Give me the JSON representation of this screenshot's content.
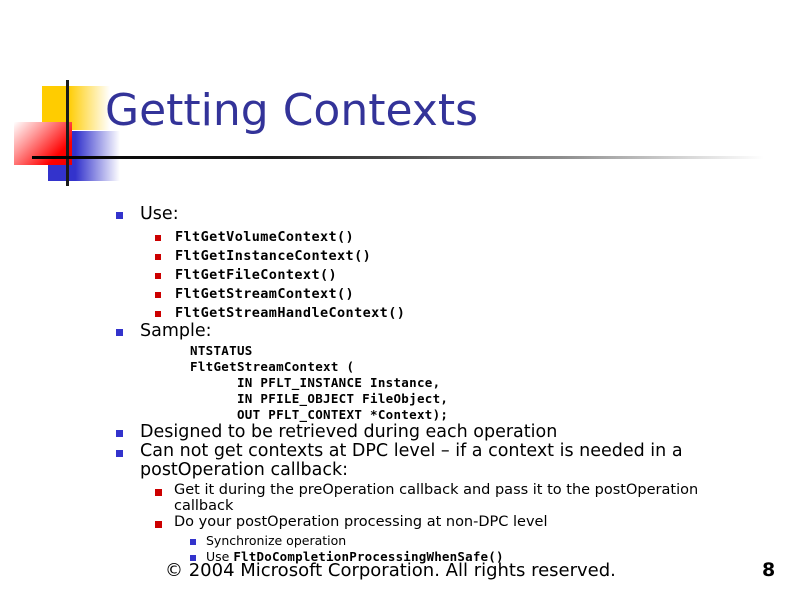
{
  "slide": {
    "title": "Getting Contexts",
    "footer": "© 2004 Microsoft Corporation. All rights reserved.",
    "page_number": "8",
    "colors": {
      "title": "#333399",
      "bullet_level1": "#3333CC",
      "bullet_level2": "#CC0000",
      "bullet_level3": "#3333CC",
      "logo_yellow": "#FFCC00",
      "logo_red": "#FF0000",
      "logo_blue": "#3333CC"
    }
  },
  "content": {
    "use_heading": "Use:",
    "api_list": [
      "FltGetVolumeContext()",
      "FltGetInstanceContext()",
      "FltGetFileContext()",
      "FltGetStreamContext()",
      "FltGetStreamHandleContext()"
    ],
    "sample_heading": "Sample:",
    "sample_code": [
      "NTSTATUS",
      "FltGetStreamContext (",
      "      IN PFLT_INSTANCE Instance,",
      "      IN PFILE_OBJECT FileObject,",
      "      OUT PFLT_CONTEXT *Context);"
    ],
    "designed_bullet": "Designed to be retrieved during each operation",
    "dpc_bullet": "Can not get contexts at DPC level – if  a context is needed in a postOperation callback:",
    "sub_bullets": [
      "Get it during the preOperation callback and pass it to the postOperation callback",
      "Do your postOperation processing at non-DPC level"
    ],
    "sub_sub_bullets": [
      {
        "prefix": "Synchronize operation",
        "code": ""
      },
      {
        "prefix": "Use ",
        "code": "FltDoCompletionProcessingWhenSafe()"
      }
    ]
  }
}
